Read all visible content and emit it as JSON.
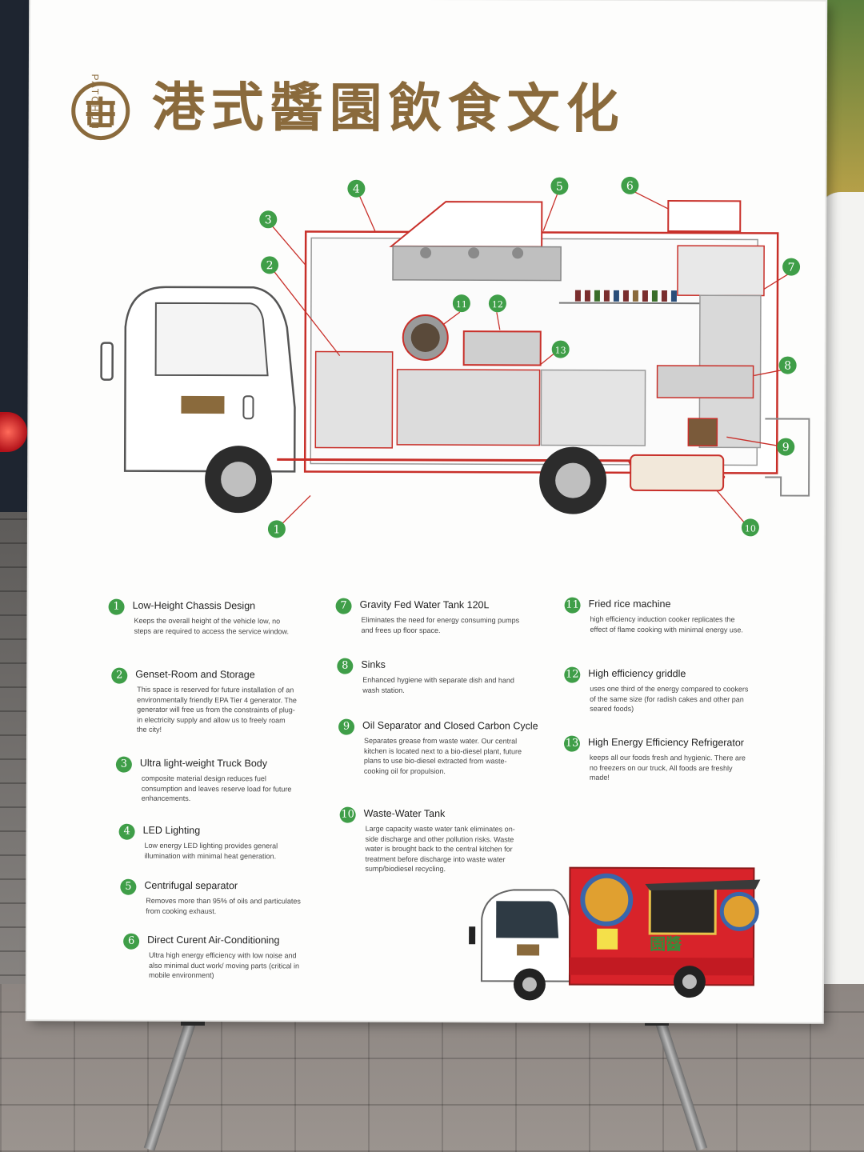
{
  "poster": {
    "title": "港式醬園飲食文化",
    "logo": {
      "text": "PATCHUN",
      "icon": "patchun-logo-icon"
    },
    "diagram_callouts": [
      "1",
      "2",
      "3",
      "4",
      "5",
      "6",
      "7",
      "8",
      "9",
      "10",
      "11",
      "12",
      "13"
    ],
    "features": [
      {
        "num": "1",
        "title": "Low-Height Chassis Design",
        "desc": "Keeps the overall height of the vehicle low, no steps are required to access the service window."
      },
      {
        "num": "2",
        "title": "Genset-Room and Storage",
        "desc": "This space is reserved for future installation of an environmentally friendly EPA Tier 4 generator. The generator will free us from the constraints of plug-in electricity supply and allow us to freely roam the city!"
      },
      {
        "num": "3",
        "title": "Ultra light-weight Truck Body",
        "desc": "composite material design reduces fuel consumption and leaves reserve load for future enhancements."
      },
      {
        "num": "4",
        "title": "LED Lighting",
        "desc": "Low energy LED lighting provides general illumination with minimal heat generation."
      },
      {
        "num": "5",
        "title": "Centrifugal separator",
        "desc": "Removes more than 95% of oils and particulates from cooking exhaust."
      },
      {
        "num": "6",
        "title": "Direct Curent Air-Conditioning",
        "desc": "Ultra high energy efficiency with low noise and also minimal duct work/ moving parts (critical in mobile environment)"
      },
      {
        "num": "7",
        "title": "Gravity Fed Water Tank 120L",
        "desc": "Eliminates the need for energy consuming pumps and frees up floor space."
      },
      {
        "num": "8",
        "title": "Sinks",
        "desc": "Enhanced hygiene with separate dish and hand wash station."
      },
      {
        "num": "9",
        "title": "Oil Separator and Closed Carbon Cycle",
        "desc": "Separates grease from waste water. Our central kitchen is located next to a bio-diesel plant, future plans to use bio-diesel extracted from waste-cooking oil for propulsion."
      },
      {
        "num": "10",
        "title": "Waste-Water Tank",
        "desc": "Large capacity waste water tank eliminates on-side discharge and other pollution risks. Waste water is brought back to the central kitchen for treatment before discharge into waste water sump/biodiesel recycling."
      },
      {
        "num": "11",
        "title": "Fried rice machine",
        "desc": "high efficiency induction cooker replicates the effect of flame cooking with minimal energy use."
      },
      {
        "num": "12",
        "title": "High efficiency griddle",
        "desc": "uses one third of the energy compared to cookers of the same size (for radish cakes and other pan seared foods)"
      },
      {
        "num": "13",
        "title": "High Energy Efficiency Refrigerator",
        "desc": "keeps all our foods fresh and hygienic. There are no freezers on our truck, All foods are freshly made!"
      }
    ],
    "photo_truck_sign": "園醬"
  },
  "colors": {
    "title_gold": "#8a6a3c",
    "callout_green": "#3f9e48",
    "outline_red": "#c8302a",
    "truck_red": "#d8232a"
  }
}
